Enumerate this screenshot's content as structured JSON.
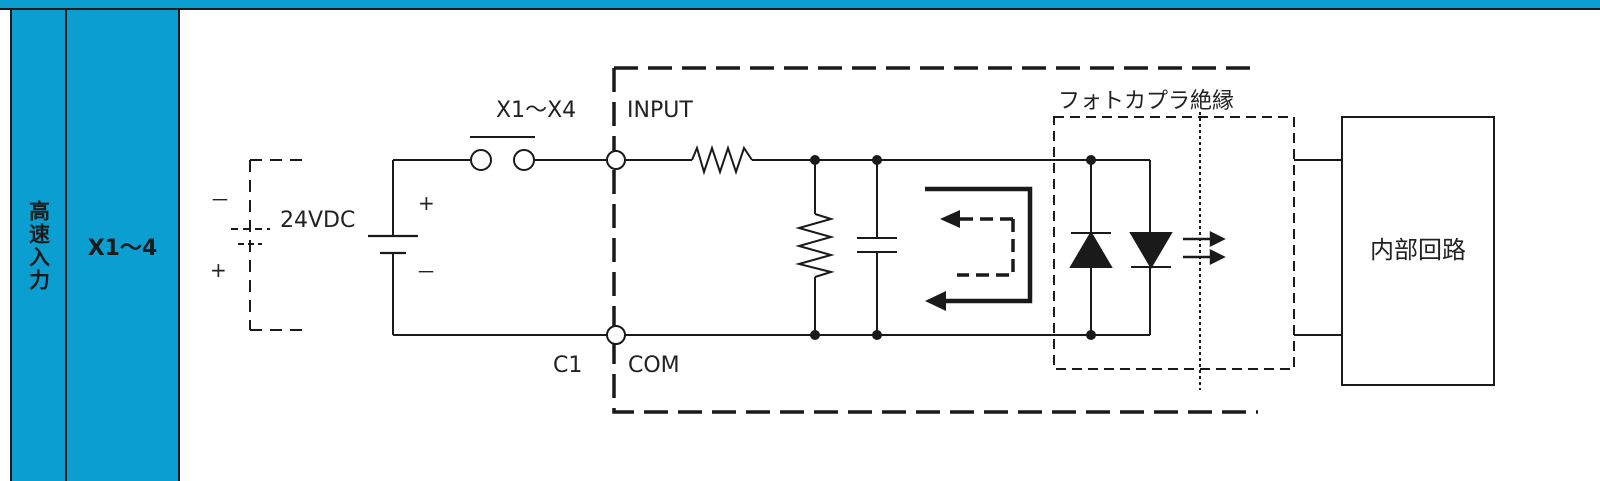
{
  "row": {
    "category": "高速入力",
    "terminal": "X1～4"
  },
  "diagram": {
    "switch_label": "X1～X4",
    "input_label": "INPUT",
    "com_label": "COM",
    "c1_label": "C1",
    "voltage_label": "24VDC",
    "plus_sign": "+",
    "minus_sign": "－",
    "alt_minus_sign": "－",
    "alt_plus_sign": "+",
    "isolation_label": "フォトカプラ絶縁",
    "internal_circuit_label": "内部回路"
  },
  "colors": {
    "header_blue": "#0a9fd0",
    "line": "#1a1a1a"
  }
}
